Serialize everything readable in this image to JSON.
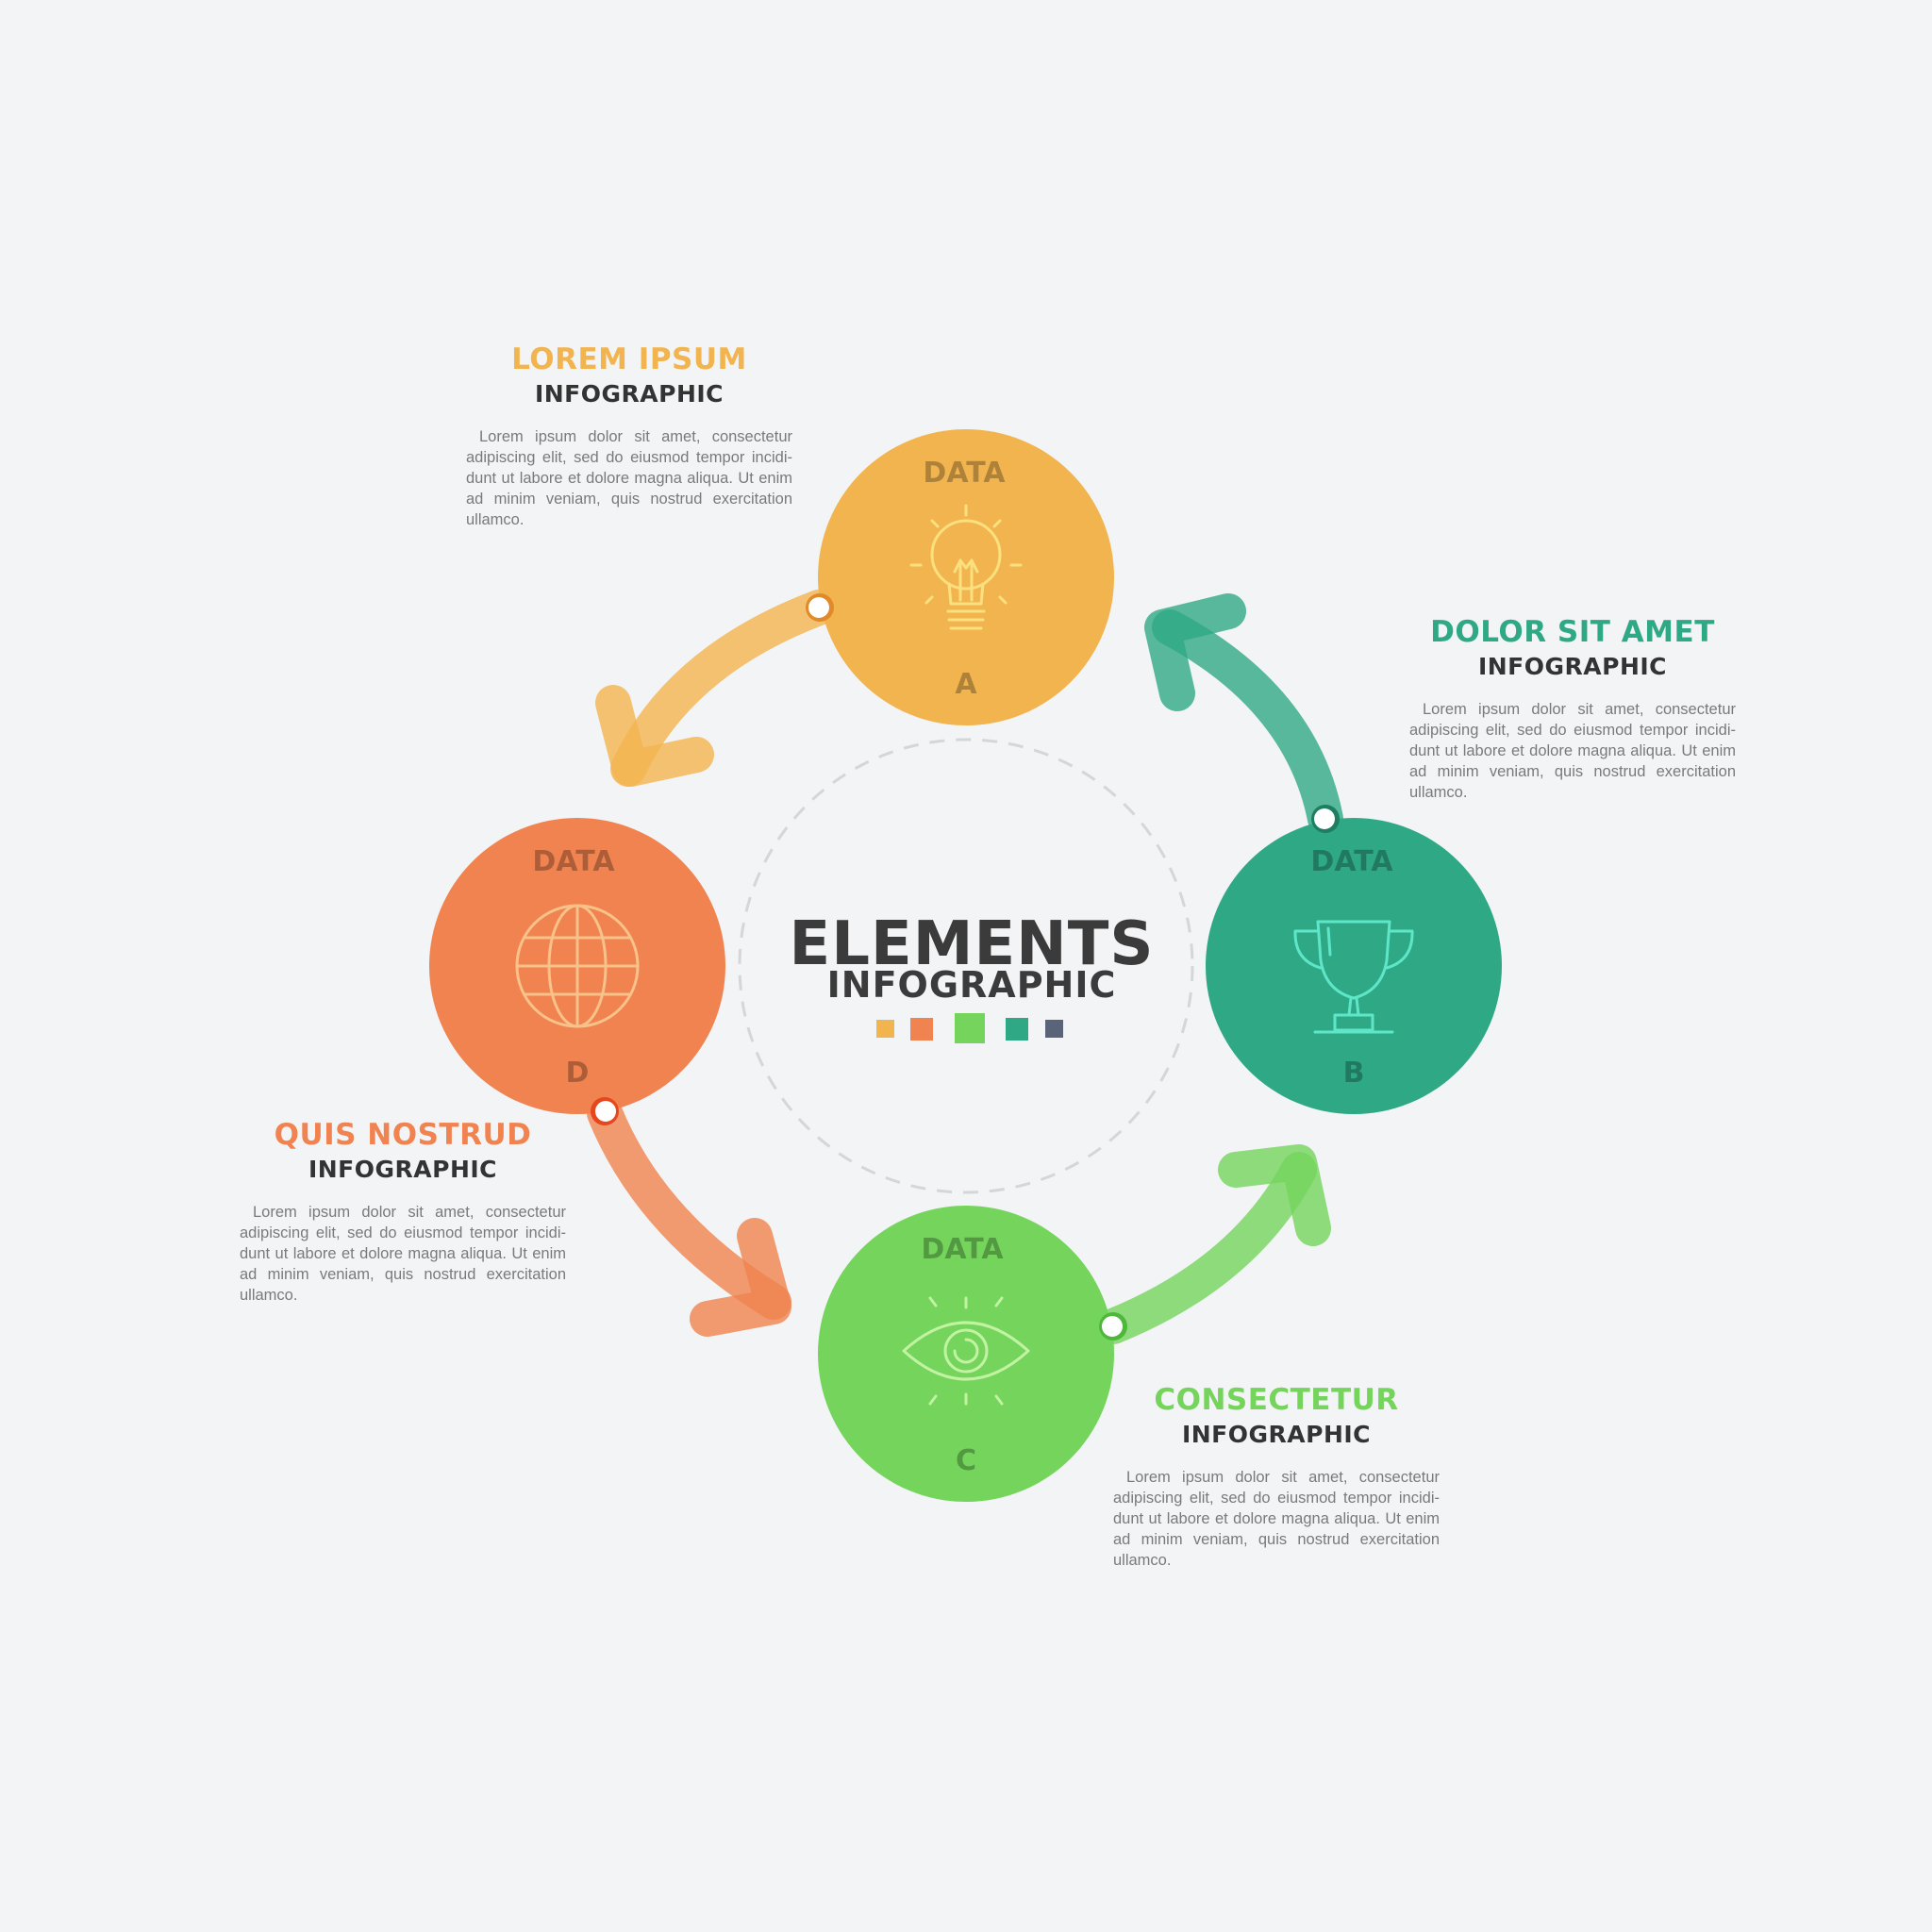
{
  "center": {
    "title": "ELEMENTS",
    "subtitle": "INFOGRAPHIC"
  },
  "palette": [
    "#f2b44f",
    "#f0834f",
    "#74d45c",
    "#2fa985",
    "#5a6478"
  ],
  "nodes": [
    {
      "id": "a",
      "label": "DATA",
      "letter": "A",
      "color": "#f2b44f",
      "icon": "lightbulb-icon"
    },
    {
      "id": "b",
      "label": "DATA",
      "letter": "B",
      "color": "#2fa985",
      "icon": "trophy-icon"
    },
    {
      "id": "c",
      "label": "DATA",
      "letter": "C",
      "color": "#74d45c",
      "icon": "eye-icon"
    },
    {
      "id": "d",
      "label": "DATA",
      "letter": "D",
      "color": "#f0834f",
      "icon": "globe-icon"
    }
  ],
  "blocks": [
    {
      "id": "a",
      "title": "LOREM IPSUM",
      "subtitle": "INFOGRAPHIC",
      "color": "#f2b44f",
      "body": "Lorem ipsum dolor sit amet, consectetur adipiscing elit, sed do eiusmod tempor incidi-dunt ut labore et dolore magna aliqua. Ut enim ad minim veniam, quis nostrud exercitation ullamco."
    },
    {
      "id": "b",
      "title": "DOLOR SIT AMET",
      "subtitle": "INFOGRAPHIC",
      "color": "#2fa985",
      "body": "Lorem ipsum dolor sit amet, consectetur adipiscing elit, sed do eiusmod tempor incidi-dunt ut labore et dolore magna aliqua. Ut enim ad minim veniam, quis nostrud exercitation ullamco."
    },
    {
      "id": "c",
      "title": "CONSECTETUR",
      "subtitle": "INFOGRAPHIC",
      "color": "#74d45c",
      "body": "Lorem ipsum dolor sit amet, consectetur adipiscing elit, sed do eiusmod tempor incidi-dunt ut labore et dolore magna aliqua. Ut enim ad minim veniam, quis nostrud exercitation ullamco."
    },
    {
      "id": "d",
      "title": "QUIS NOSTRUD",
      "subtitle": "INFOGRAPHIC",
      "color": "#f0834f",
      "body": "Lorem ipsum dolor sit amet, consectetur adipiscing elit, sed do eiusmod tempor incidi-dunt ut labore et dolore magna aliqua. Ut enim ad minim veniam, quis nostrud exercitation ullamco."
    }
  ]
}
